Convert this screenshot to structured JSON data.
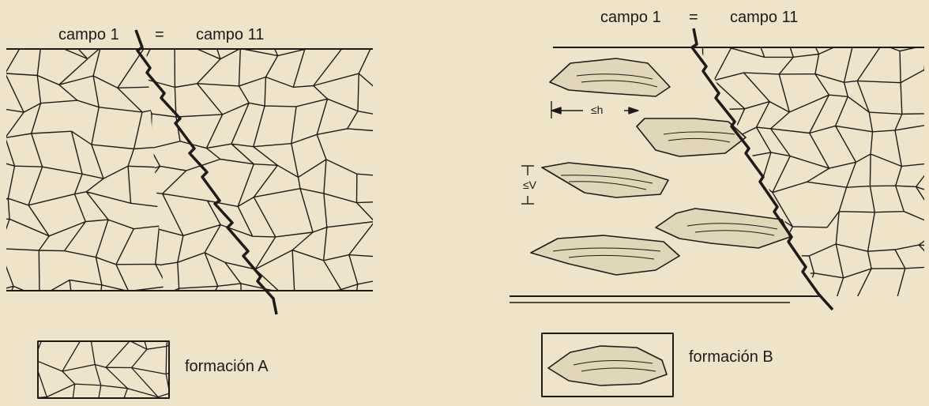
{
  "left_panel": {
    "label_campo_1": "campo 1",
    "label_equals": "=",
    "label_campo_2": "campo 11"
  },
  "right_panel": {
    "label_campo_1": "campo 1",
    "label_equals": "=",
    "label_campo_2": "campo 11",
    "label_horizontal_distance": "≤h",
    "label_vertical_distance": "≤V"
  },
  "legend": {
    "formation_a": "formación A",
    "formation_b": "formación B"
  },
  "colors": {
    "paper": "#efe3c9",
    "ink": "#1e1a16",
    "lens_fill": "#e2d6b8"
  }
}
